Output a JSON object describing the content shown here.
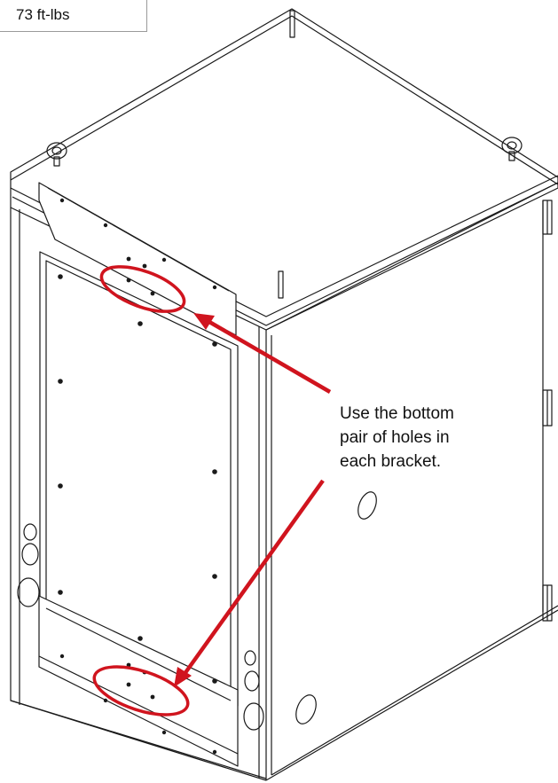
{
  "torque_label": "73 ft-lbs",
  "callout": {
    "line1": "Use the bottom",
    "line2": "pair of holes in",
    "line3": "each bracket."
  },
  "colors": {
    "line": "#1a1a1a",
    "highlight": "#d0141e",
    "background": "#ffffff"
  }
}
